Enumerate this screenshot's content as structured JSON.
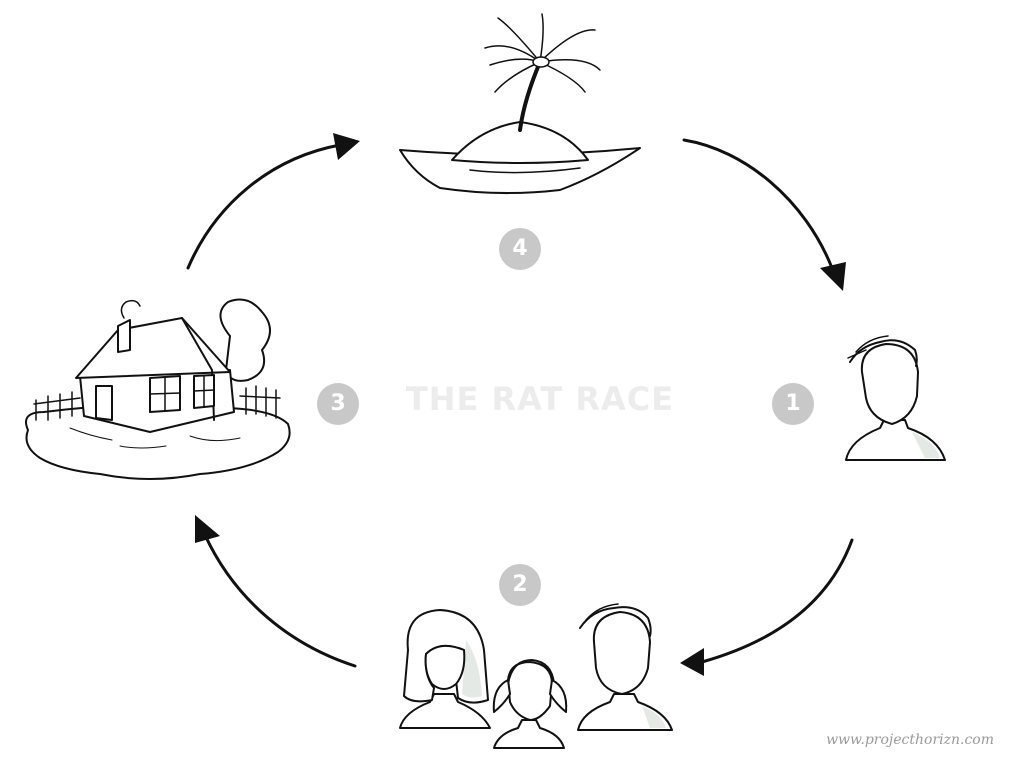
{
  "title": "THE RAT RACE",
  "steps": [
    {
      "number": "1",
      "subject": "single-person"
    },
    {
      "number": "2",
      "subject": "family"
    },
    {
      "number": "3",
      "subject": "house"
    },
    {
      "number": "4",
      "subject": "island"
    }
  ],
  "credit": "www.projecthorizn.com",
  "colors": {
    "title": "#ececec",
    "badge": "#c8c8c8",
    "ink": "#111111",
    "shade": "#e4e9e6",
    "credit": "#9a9a9a"
  }
}
